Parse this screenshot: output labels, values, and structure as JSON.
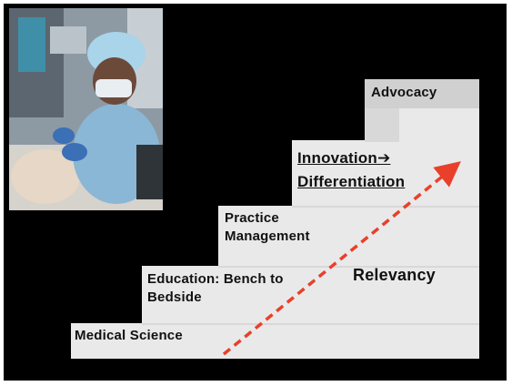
{
  "slide": {
    "steps": [
      {
        "label": "Medical Science"
      },
      {
        "label": "Education: Bench to Bedside"
      },
      {
        "label": "Practice Management"
      },
      {
        "label": "Innovation➔ Differentiation"
      },
      {
        "label": "Advocacy"
      }
    ],
    "relevancy_label": "Relevancy",
    "innovation_line1": "Innovation➔",
    "innovation_line2": "Differentiation",
    "education_line1": "Education: Bench to",
    "education_line2": "Bedside",
    "practice_line1": "Practice",
    "practice_line2": "Management",
    "colors": {
      "background": "#000000",
      "step_fill": "#e9e9e9",
      "step_riser": "#d8d8d8",
      "arrow": "#e8402a",
      "text": "#111111"
    }
  }
}
